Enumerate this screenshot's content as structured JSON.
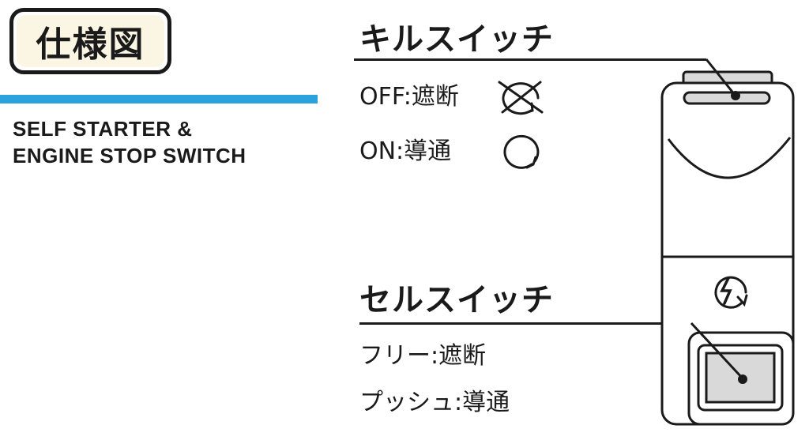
{
  "badge": {
    "label": "仕様図"
  },
  "subtitle": {
    "line1": "SELF STARTER &",
    "line2": "ENGINE STOP SWITCH"
  },
  "kill_switch": {
    "title": "キルスイッチ",
    "off_label": "OFF:遮断",
    "on_label": "ON:導通",
    "off_icon": "crossed-rotation-icon",
    "on_icon": "rotation-icon"
  },
  "starter_switch": {
    "title": "セルスイッチ",
    "free_label": "フリー:遮断",
    "push_label": "プッシュ:導通",
    "icon": "starter-lightning-icon"
  },
  "colors": {
    "accent_bar": "#2aa3dc",
    "badge_fill": "#fbf6e4",
    "button_fill": "#d9d9d9"
  }
}
